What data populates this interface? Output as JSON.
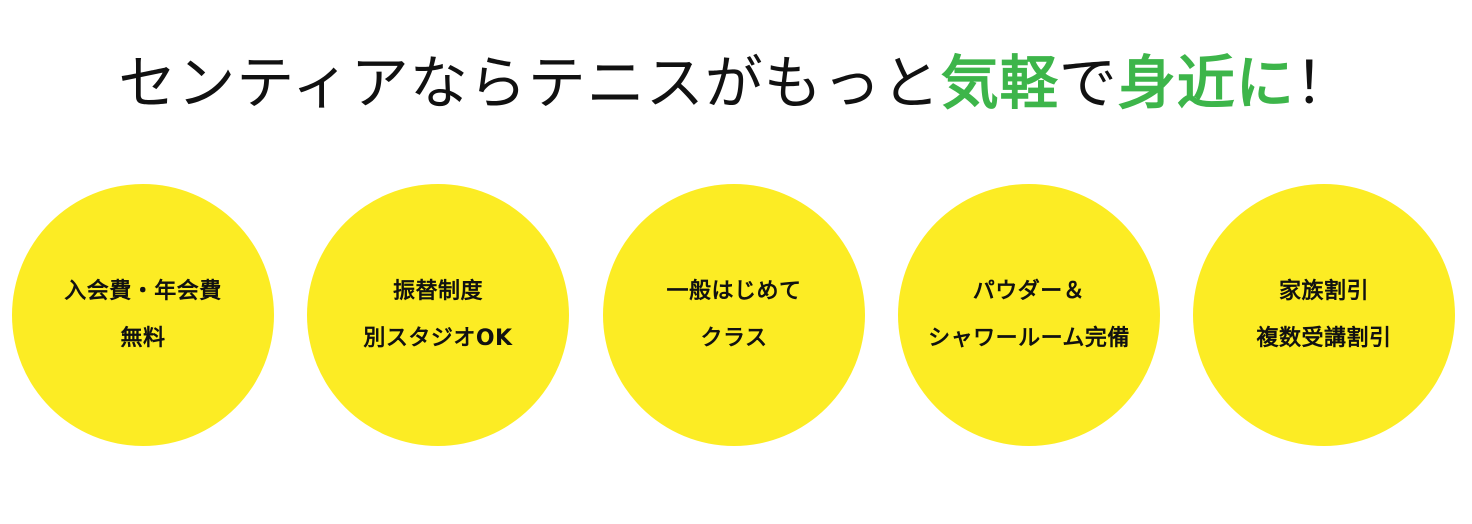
{
  "headline": {
    "parts": [
      {
        "text": "センティアならテニスがもっと",
        "highlight": false
      },
      {
        "text": "気軽",
        "highlight": true
      },
      {
        "text": "で",
        "highlight": false
      },
      {
        "text": "身近に",
        "highlight": true
      },
      {
        "text": "！",
        "highlight": false
      }
    ],
    "color_text": "#111111",
    "color_highlight": "#3db54a"
  },
  "features": [
    {
      "line1": "入会費・年会費",
      "line2": "無料"
    },
    {
      "line1": "振替制度",
      "line2": "別スタジオOK"
    },
    {
      "line1": "一般はじめて",
      "line2": "クラス"
    },
    {
      "line1": "パウダー＆",
      "line2": "シャワールーム完備"
    },
    {
      "line1": "家族割引",
      "line2": "複数受講割引"
    }
  ],
  "colors": {
    "circle": "#fcec24",
    "background": "#ffffff"
  }
}
